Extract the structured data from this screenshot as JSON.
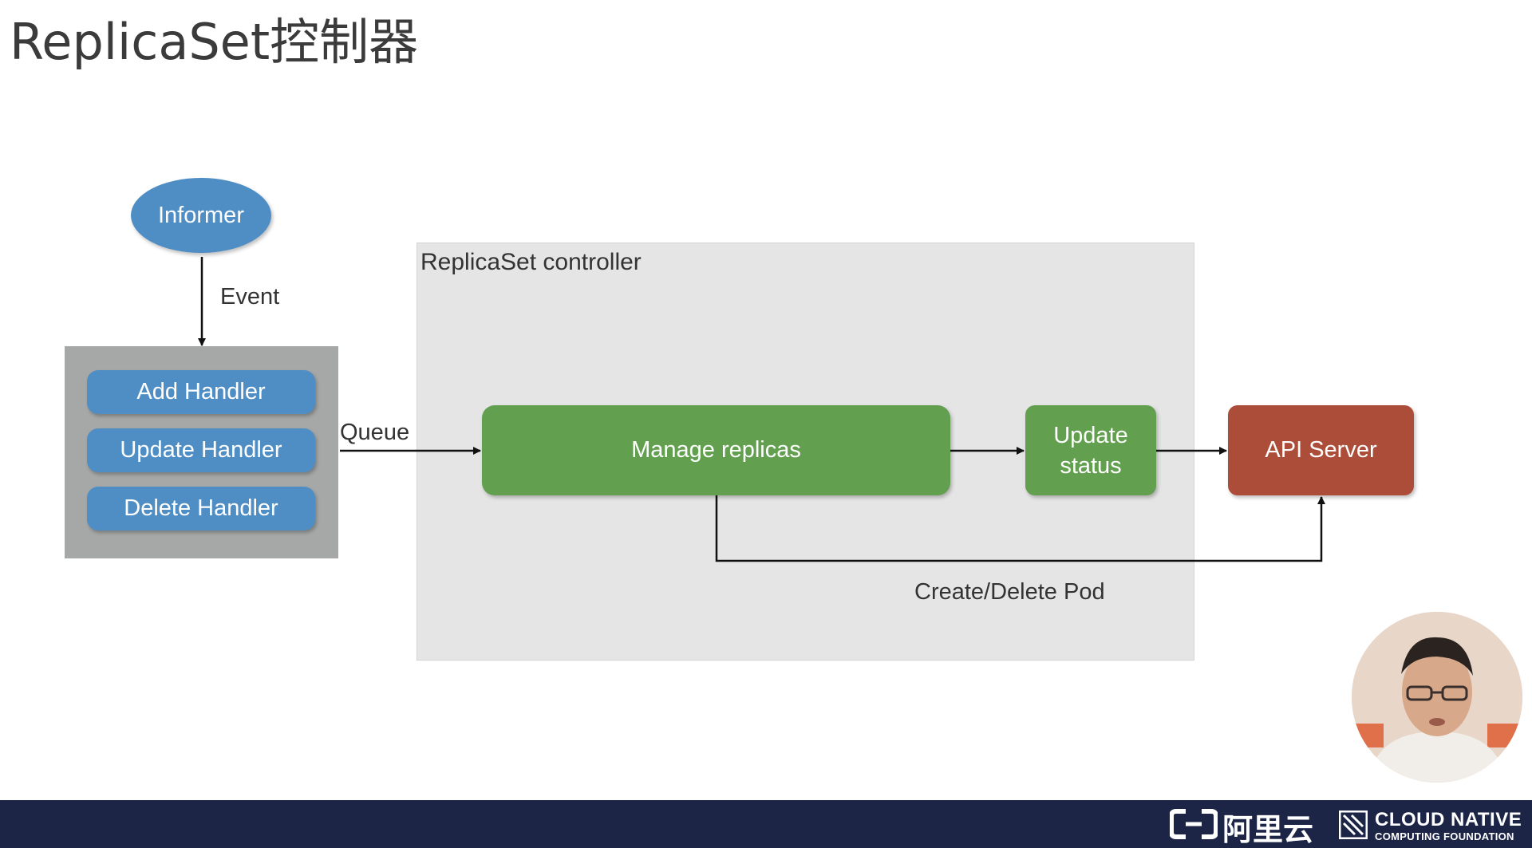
{
  "slide": {
    "title": "ReplicaSet控制器"
  },
  "diagram": {
    "informer_label": "Informer",
    "event_label": "Event",
    "handlers": [
      "Add Handler",
      "Update Handler",
      "Delete Handler"
    ],
    "queue_label": "Queue",
    "controller_label": "ReplicaSet controller",
    "manage_label": "Manage replicas",
    "update_status_lines": [
      "Update",
      "status"
    ],
    "api_server_label": "API Server",
    "create_delete_label": "Create/Delete Pod",
    "colors": {
      "informer": "#4f8ec4",
      "handler": "#4f8ec4",
      "process": "#62a04f",
      "api_server": "#ab4d38",
      "handler_group": "#a6a8a8",
      "controller_bg": "#e5e5e6"
    }
  },
  "footer": {
    "aliyun_text": "阿里云",
    "cncf_line1": "CLOUD NATIVE",
    "cncf_line2": "COMPUTING FOUNDATION",
    "background": "#1d2547"
  },
  "presenter": {
    "icon": "presenter-avatar"
  }
}
